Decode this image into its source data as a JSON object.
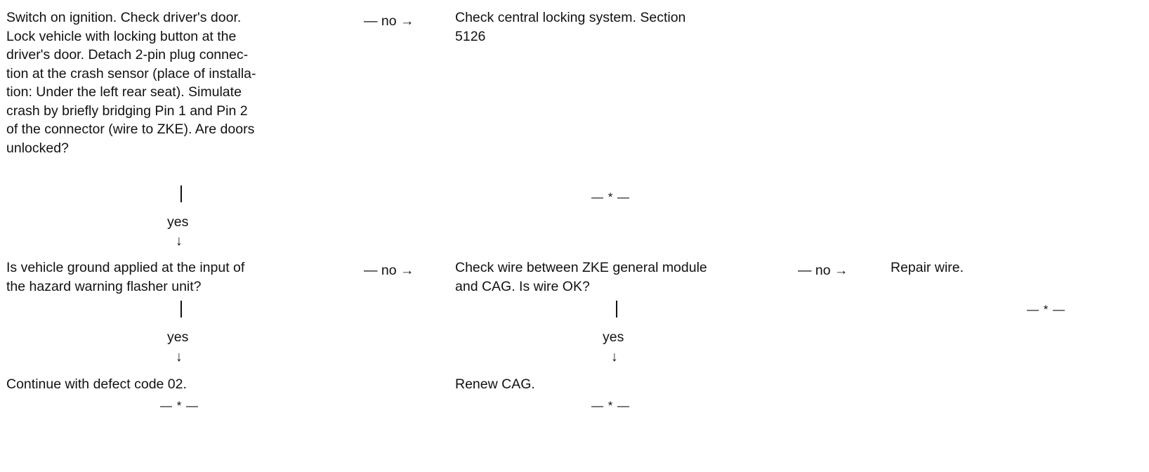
{
  "flowchart": {
    "steps": [
      {
        "text": "Switch on ignition. Check driver's door.\nLock vehicle with locking button at the\ndriver's door. Detach 2-pin plug connec-\ntion at the crash sensor (place of installa-\ntion: Under the left rear seat). Simulate\ncrash by briefly bridging Pin 1 and Pin 2\nof the connector (wire to ZKE). Are doors\nunlocked?"
      },
      {
        "text": "Check central locking system. Section\n5126"
      },
      {
        "text": "Is vehicle ground applied at the input of\nthe hazard warning flasher unit?"
      },
      {
        "text": "Check wire between ZKE general module\nand CAG. Is wire OK?"
      },
      {
        "text": "Repair wire."
      },
      {
        "text": "Continue with defect code 02."
      },
      {
        "text": "Renew CAG."
      }
    ],
    "connectors": {
      "no_1": "— no →",
      "no_2": "— no →",
      "no_3": "— no →",
      "yes_1": "yes",
      "yes_2": "yes",
      "yes_3": "yes",
      "down_1": "↓",
      "down_2": "↓",
      "down_3": "↓"
    },
    "separators": {
      "sep_1": "— * —",
      "sep_2": "— * —",
      "sep_3": "— * —",
      "sep_4": "— * —"
    }
  }
}
